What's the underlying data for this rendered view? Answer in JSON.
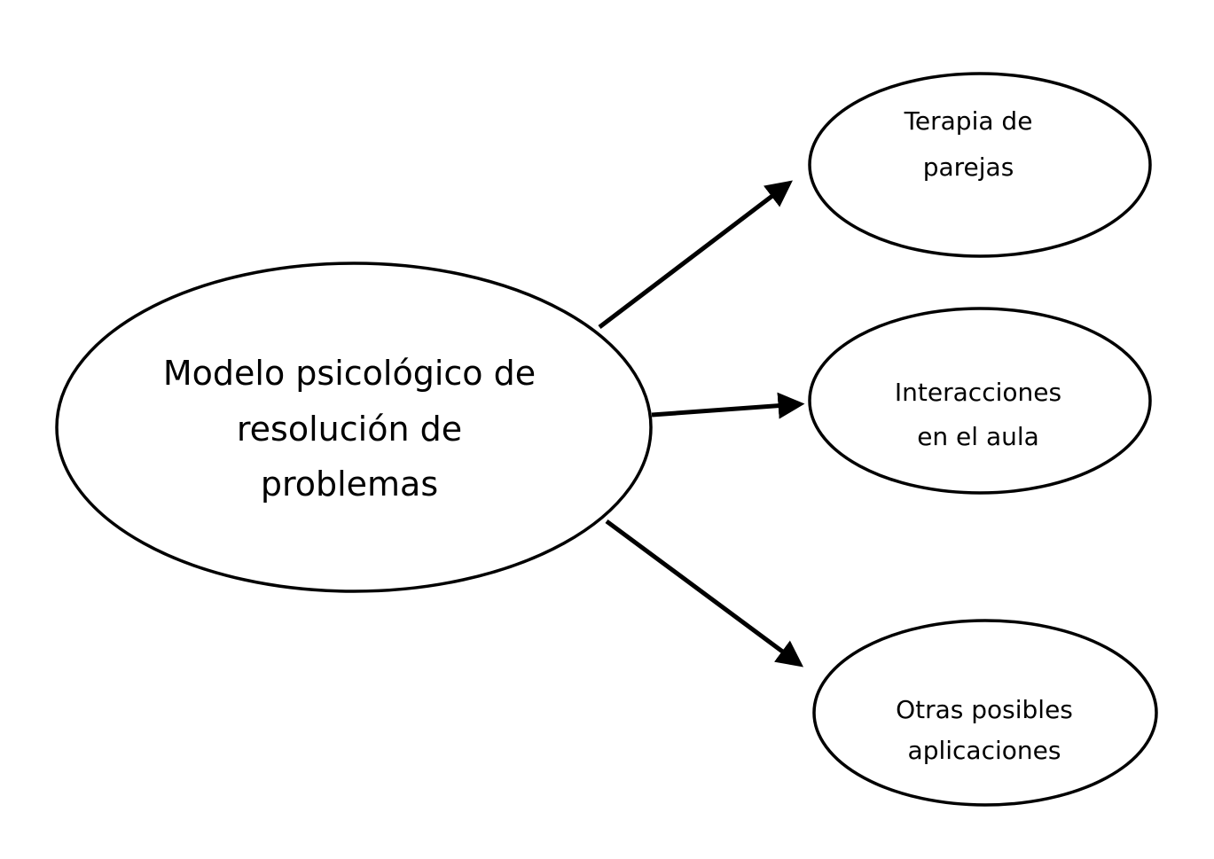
{
  "diagram": {
    "center_node": {
      "lines": [
        "Modelo psicológico de",
        "resolución de",
        "problemas"
      ]
    },
    "branches": [
      {
        "lines": [
          "Terapia de",
          "parejas"
        ]
      },
      {
        "lines": [
          "Interacciones",
          "en el aula"
        ]
      },
      {
        "lines": [
          "Otras posibles",
          "aplicaciones"
        ]
      }
    ],
    "colors": {
      "stroke": "#000000",
      "fill": "#ffffff"
    }
  }
}
